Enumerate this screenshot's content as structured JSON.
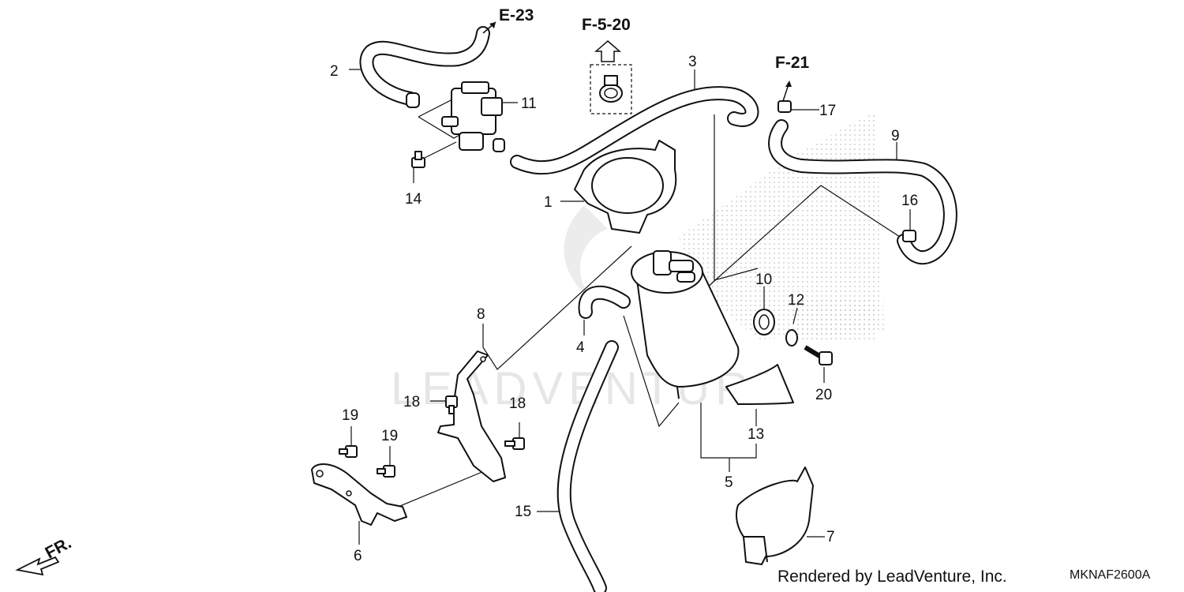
{
  "diagram": {
    "part_labels": [
      "1",
      "2",
      "3",
      "4",
      "5",
      "6",
      "7",
      "8",
      "9",
      "10",
      "11",
      "12",
      "13",
      "14",
      "15",
      "16",
      "17",
      "18",
      "18",
      "19",
      "19",
      "20"
    ],
    "refs": {
      "e23": "E-23",
      "f520": "F-5-20",
      "f21": "F-21"
    },
    "front_marker": "FR.",
    "watermark": "LEADVENTURE",
    "footer": "Rendered by LeadVenture, Inc.",
    "diagram_code": "MKNAF2600A"
  }
}
